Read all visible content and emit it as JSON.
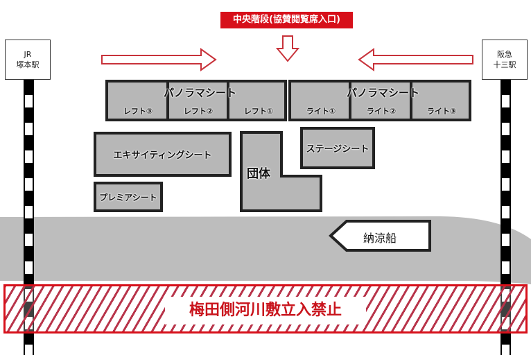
{
  "entrance_label": "中央階段(協賛閲覧席入口)",
  "stations": {
    "left": [
      "JR",
      "塚本駅"
    ],
    "right": [
      "阪急",
      "十三駅"
    ]
  },
  "panorama_left": {
    "title": "パノラマシート",
    "sections": [
      "レフト③",
      "レフト②",
      "レフト①"
    ]
  },
  "panorama_right": {
    "title": "パノラマシート",
    "sections": [
      "ライト①",
      "ライト②",
      "ライト③"
    ]
  },
  "exciting": "エキサイティングシート",
  "premier": "プレミアシート",
  "group": "団体",
  "stage": "ステージシート",
  "boat": "納涼船",
  "no_entry": "梅田側河川敷立入禁止",
  "colors": {
    "accent": "#d7101a",
    "seat": "#b7b7b7",
    "river": "#bdbdbd"
  }
}
